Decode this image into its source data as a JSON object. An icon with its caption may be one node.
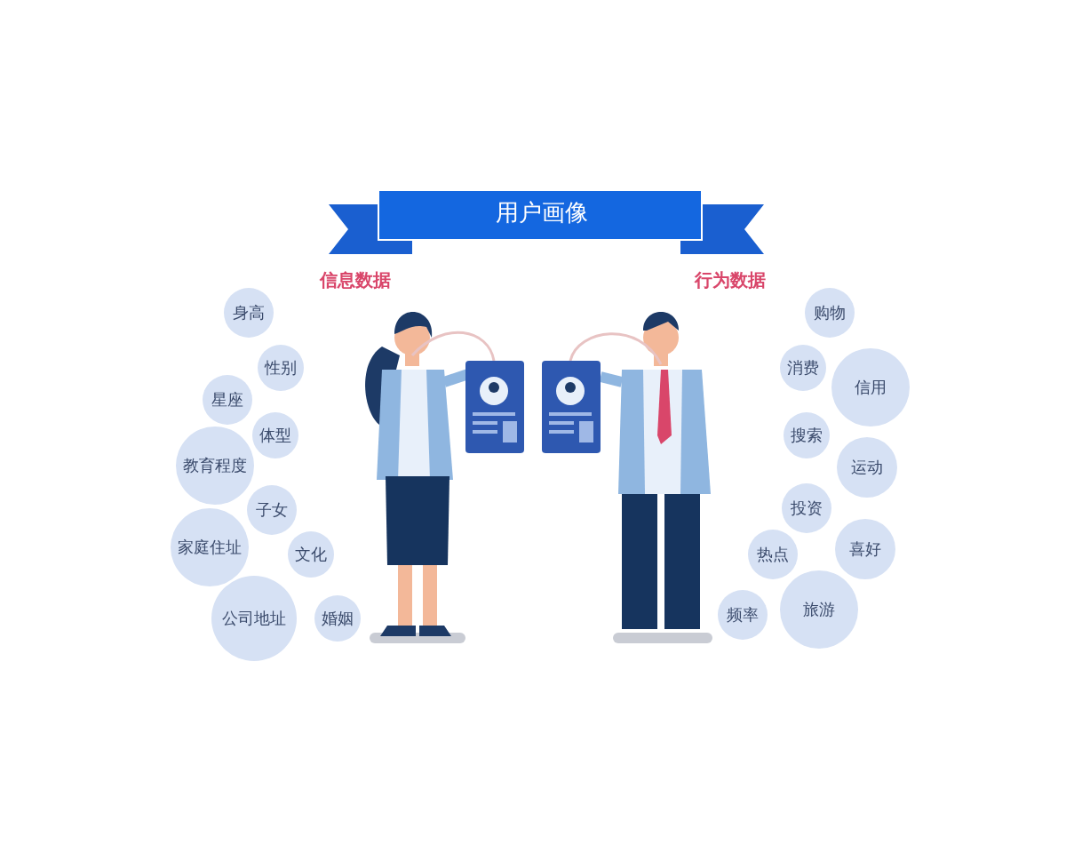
{
  "diagram": {
    "title": "用户画像",
    "nodes": [
      {
        "text": [
          "身高"
        ]
      },
      {
        "text": [
          "性别"
        ]
      },
      {
        "text": [
          "星座"
        ]
      },
      {
        "text": [
          "体型"
        ]
      },
      {
        "text": [
          "教育程度"
        ]
      },
      {
        "text": [
          "子女"
        ]
      },
      {
        "text": [
          "家庭住址"
        ]
      },
      {
        "text": [
          "文化"
        ]
      },
      {
        "text": [
          "公司地址"
        ]
      },
      {
        "text": [
          "婚姻"
        ]
      },
      {
        "text": [
          "购物"
        ]
      },
      {
        "text": [
          "消费"
        ]
      },
      {
        "text": [
          "信用"
        ]
      },
      {
        "text": [
          "搜索"
        ]
      },
      {
        "text": [
          "运动"
        ]
      },
      {
        "text": [
          "投资"
        ]
      },
      {
        "text": [
          "喜好"
        ]
      },
      {
        "text": [
          "热点"
        ]
      },
      {
        "text": [
          "频率"
        ]
      },
      {
        "text": [
          "旅游"
        ]
      }
    ],
    "labels": [
      "信息数据",
      "行为数据"
    ]
  }
}
